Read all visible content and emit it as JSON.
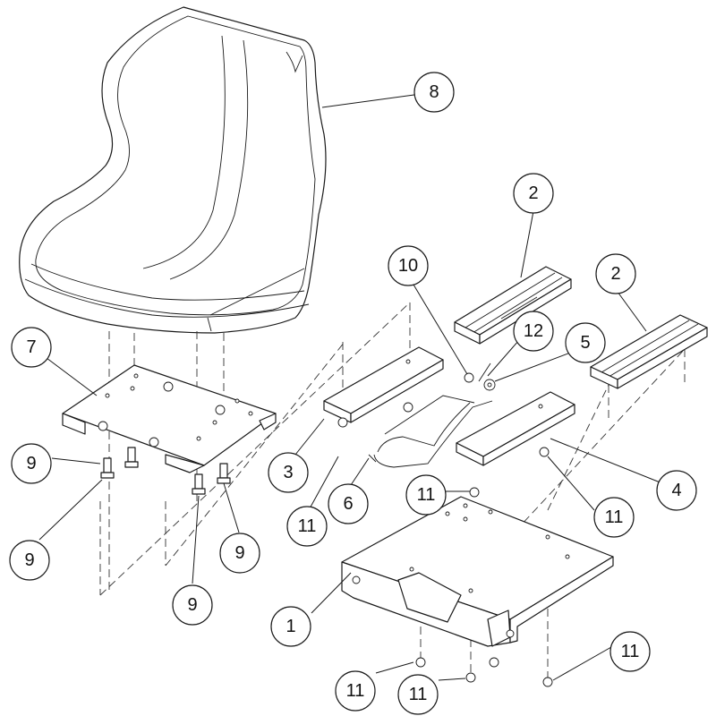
{
  "diagram": {
    "callouts": [
      {
        "id": "c-8",
        "label": "8"
      },
      {
        "id": "c-7",
        "label": "7"
      },
      {
        "id": "c-2a",
        "label": "2"
      },
      {
        "id": "c-2b",
        "label": "2"
      },
      {
        "id": "c-10",
        "label": "10"
      },
      {
        "id": "c-12",
        "label": "12"
      },
      {
        "id": "c-5",
        "label": "5"
      },
      {
        "id": "c-3",
        "label": "3"
      },
      {
        "id": "c-4",
        "label": "4"
      },
      {
        "id": "c-6",
        "label": "6"
      },
      {
        "id": "c-11a",
        "label": "11"
      },
      {
        "id": "c-11b",
        "label": "11"
      },
      {
        "id": "c-11c",
        "label": "11"
      },
      {
        "id": "c-11d",
        "label": "11"
      },
      {
        "id": "c-11e",
        "label": "11"
      },
      {
        "id": "c-11f",
        "label": "11"
      },
      {
        "id": "c-9a",
        "label": "9"
      },
      {
        "id": "c-9b",
        "label": "9"
      },
      {
        "id": "c-9c",
        "label": "9"
      },
      {
        "id": "c-9d",
        "label": "9"
      },
      {
        "id": "c-1",
        "label": "1"
      }
    ]
  }
}
